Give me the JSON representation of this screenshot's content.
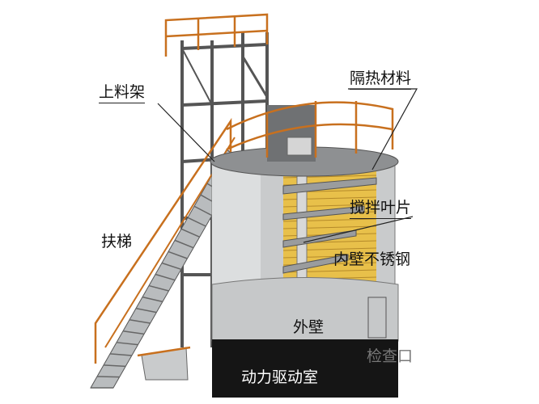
{
  "labels": {
    "feeding_rack": "上料架",
    "insulation": "隔热材料",
    "ladder": "扶梯",
    "mixing_blades": "搅拌叶片",
    "inner_wall": "内壁不锈钢",
    "outer_wall": "外壁",
    "inspection_port": "检查口",
    "drive_room": "动力驱动室"
  },
  "colors": {
    "railing": "#c8701e",
    "insulation": "#e8c04a",
    "shell": "#c9cbcc",
    "base": "#151515"
  }
}
